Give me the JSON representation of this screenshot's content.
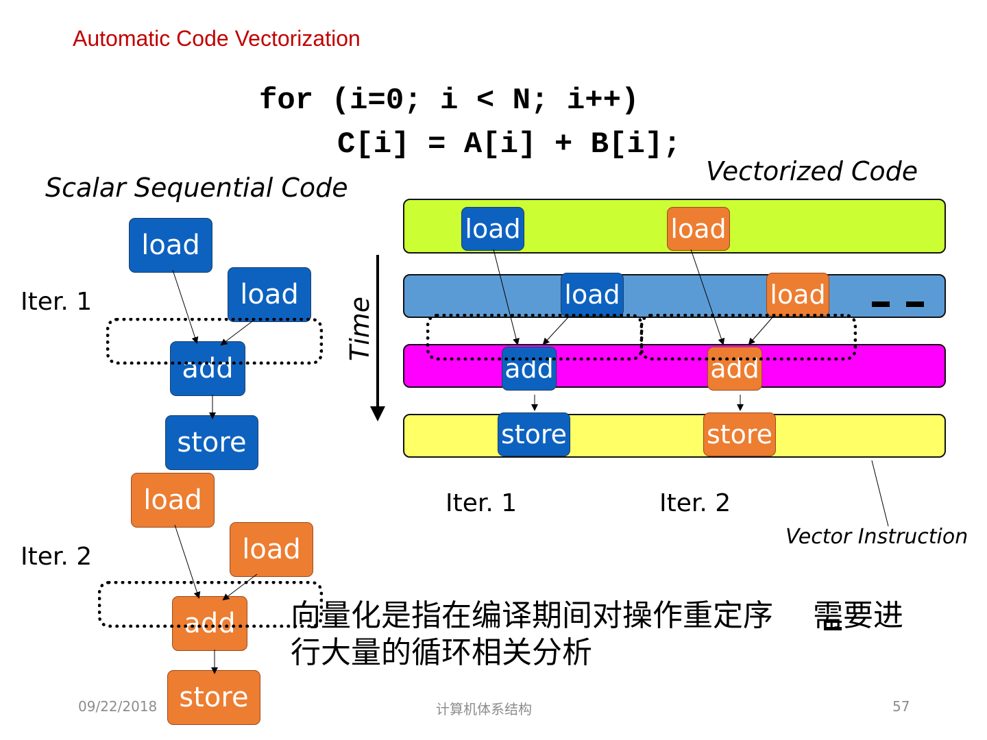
{
  "slide": {
    "title": "Automatic Code Vectorization",
    "code_line1": "for (i=0; i < N; i++)",
    "code_line2": "C[i] = A[i] + B[i];",
    "scalar_heading": "Scalar Sequential Code",
    "vector_heading": "Vectorized Code",
    "time_label": "Time",
    "vector_instruction_label": "Vector Instruction",
    "scalar_iter1": "Iter. 1",
    "scalar_iter2": "Iter. 2",
    "vector_iter1": "Iter. 1",
    "vector_iter2": "Iter. 2",
    "ops": {
      "load": "load",
      "add": "add",
      "store": "store"
    },
    "note_line1": "向量化是指在编译期间对操作重定序",
    "note_line1_tail": "需要进",
    "note_line2": "行大量的循环相关分析",
    "footer_date": "09/22/2018",
    "footer_course": "计算机体系结构",
    "footer_page": "57"
  },
  "colors": {
    "title_red": "#c00000",
    "iter1_blue": "#0d62c0",
    "iter2_orange": "#ed7d31",
    "band_load1": "#ccff33",
    "band_load2": "#5b9bd5",
    "band_add": "#ff00ff",
    "band_store": "#ffff66"
  }
}
